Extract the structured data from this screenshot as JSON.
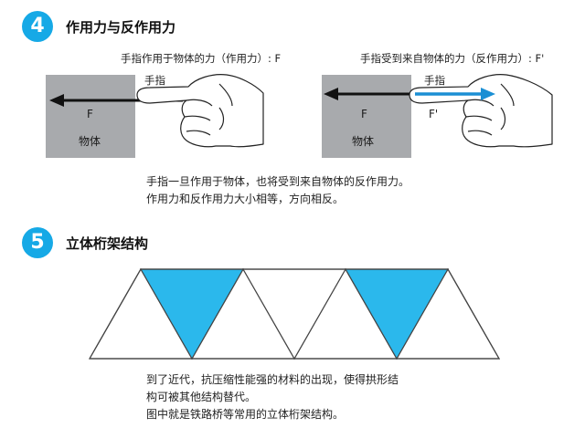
{
  "section4": {
    "number": "4",
    "title": "作用力与反作用力",
    "left": {
      "caption": "手指作用于物体的力（作用力）: F",
      "finger_label": "手指",
      "force_label": "F",
      "object_label": "物体"
    },
    "right": {
      "caption": "手指受到来自物体的力（反作用力）: F'",
      "finger_label": "手指",
      "force_label_object": "F",
      "force_label_finger": "F'",
      "object_label": "物体"
    },
    "description": [
      "手指一旦作用于物体，也将受到来自物体的反作用力。",
      "作用力和反作用力大小相等，方向相反。"
    ]
  },
  "section5": {
    "number": "5",
    "title": "立体桁架结构",
    "description": [
      "到了近代，抗压缩性能强的材料的出现，使得拱形结",
      "构可被其他结构替代。",
      "图中就是铁路桥等常用的立体桁架结构。"
    ]
  },
  "colors": {
    "accent": "#16a9e6",
    "truss_fill": "#2bb8ec",
    "object_gray": "#a8aaad",
    "reaction_arrow": "#1b8fd4"
  }
}
